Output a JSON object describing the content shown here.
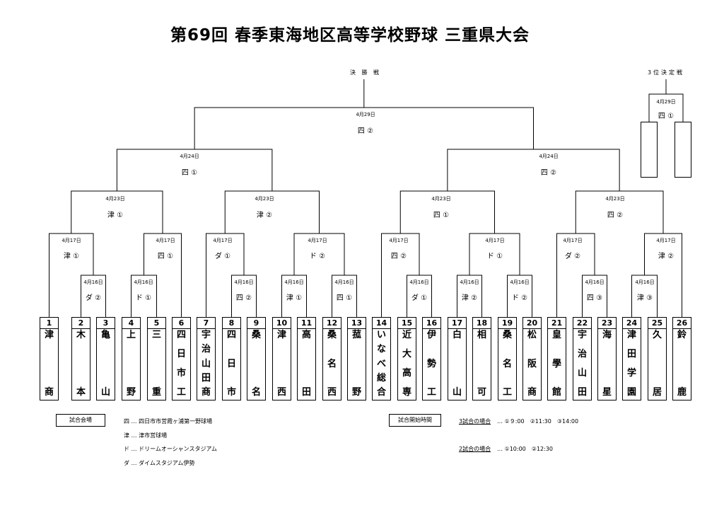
{
  "title": "第69回 春季東海地区高等学校野球 三重県大会",
  "final_label": "決 勝 戦",
  "third_label": "3位決定戦",
  "final": {
    "date": "4月29日",
    "venue": "四 ②"
  },
  "third": {
    "date": "4月29日",
    "venue": "四 ①"
  },
  "semis": [
    {
      "date": "4月24日",
      "venue": "四 ①"
    },
    {
      "date": "4月24日",
      "venue": "四 ②"
    }
  ],
  "quarters": [
    {
      "date": "4月23日",
      "venue": "津 ①"
    },
    {
      "date": "4月23日",
      "venue": "津 ②"
    },
    {
      "date": "4月23日",
      "venue": "四 ①"
    },
    {
      "date": "4月23日",
      "venue": "四 ②"
    }
  ],
  "round2": [
    {
      "date": "4月17日",
      "venue": "津 ①"
    },
    {
      "date": "4月17日",
      "venue": "四 ①"
    },
    {
      "date": "4月17日",
      "venue": "ダ ①"
    },
    {
      "date": "4月17日",
      "venue": "ド ②"
    },
    {
      "date": "4月17日",
      "venue": "四 ②"
    },
    {
      "date": "4月17日",
      "venue": "ド ①"
    },
    {
      "date": "4月17日",
      "venue": "ダ ②"
    },
    {
      "date": "4月17日",
      "venue": "津 ②"
    }
  ],
  "round1": [
    {
      "date": "4月16日",
      "venue": "ダ ②"
    },
    {
      "date": "4月16日",
      "venue": "ド ①"
    },
    {
      "date": "4月16日",
      "venue": "四 ②"
    },
    {
      "date": "4月16日",
      "venue": "津 ①"
    },
    {
      "date": "4月16日",
      "venue": "四 ①"
    },
    {
      "date": "4月16日",
      "venue": "ダ ①"
    },
    {
      "date": "4月16日",
      "venue": "津 ②"
    },
    {
      "date": "4月16日",
      "venue": "ド ②"
    },
    {
      "date": "4月16日",
      "venue": "四 ③"
    },
    {
      "date": "4月16日",
      "venue": "津 ③"
    }
  ],
  "teams": [
    {
      "num": "1",
      "name": [
        "津",
        "商"
      ]
    },
    {
      "num": "2",
      "name": [
        "木",
        "本"
      ]
    },
    {
      "num": "3",
      "name": [
        "亀",
        "山"
      ]
    },
    {
      "num": "4",
      "name": [
        "上",
        "野"
      ]
    },
    {
      "num": "5",
      "name": [
        "三",
        "重"
      ]
    },
    {
      "num": "6",
      "name": [
        "四",
        "日",
        "市",
        "工"
      ]
    },
    {
      "num": "7",
      "name": [
        "宇",
        "治",
        "山",
        "田",
        "商"
      ]
    },
    {
      "num": "8",
      "name": [
        "四",
        "日",
        "市"
      ]
    },
    {
      "num": "9",
      "name": [
        "桑",
        "名"
      ]
    },
    {
      "num": "10",
      "name": [
        "津",
        "西"
      ]
    },
    {
      "num": "11",
      "name": [
        "高",
        "田"
      ]
    },
    {
      "num": "12",
      "name": [
        "桑",
        "名",
        "西"
      ]
    },
    {
      "num": "13",
      "name": [
        "菰",
        "野"
      ]
    },
    {
      "num": "14",
      "name": [
        "い",
        "な",
        "べ",
        "総",
        "合"
      ]
    },
    {
      "num": "15",
      "name": [
        "近",
        "大",
        "高",
        "専"
      ]
    },
    {
      "num": "16",
      "name": [
        "伊",
        "勢",
        "工"
      ]
    },
    {
      "num": "17",
      "name": [
        "白",
        "山"
      ]
    },
    {
      "num": "18",
      "name": [
        "相",
        "可"
      ]
    },
    {
      "num": "19",
      "name": [
        "桑",
        "名",
        "工"
      ]
    },
    {
      "num": "20",
      "name": [
        "松",
        "阪",
        "商"
      ]
    },
    {
      "num": "21",
      "name": [
        "皇",
        "學",
        "館"
      ]
    },
    {
      "num": "22",
      "name": [
        "宇",
        "治",
        "山",
        "田"
      ]
    },
    {
      "num": "23",
      "name": [
        "海",
        "星"
      ]
    },
    {
      "num": "24",
      "name": [
        "津",
        "田",
        "学",
        "園"
      ]
    },
    {
      "num": "25",
      "name": [
        "久",
        "居"
      ]
    },
    {
      "num": "26",
      "name": [
        "鈴",
        "鹿"
      ]
    }
  ],
  "footer": {
    "venue_box": "試合会場",
    "venues": [
      "四 … 四日市市営霞ヶ浦第一野球場",
      "津 … 津市営球場",
      "ド … ドリームオーシャンスタジアム",
      "ダ … ダイムスタジアム伊勢"
    ],
    "time_box": "試合開始時間",
    "three_games_label": "3試合の場合",
    "three_games_times": " …  ①９:00　②11:30　③14:00",
    "two_games_label": "2試合の場合",
    "two_games_times": " …  ①10:00　②12:30"
  }
}
